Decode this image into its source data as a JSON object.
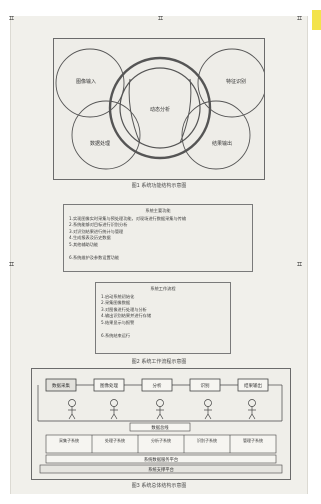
{
  "figure1": {
    "circles": [
      "图像输入",
      "动态分析",
      "特征识别",
      "数据处理",
      "结果输出"
    ],
    "caption": "图1 系统功能结构示意图"
  },
  "box1": {
    "title": "系统主要功能",
    "lines": [
      "1.实现图像实时采集与预处理功能，对现场进行数据采集与传输",
      "2.系统能够对目标进行识别分析",
      "3.对识别结果进行统计与管理",
      "4.生成报表及历史数据",
      "5.其他辅助功能",
      "",
      "6.系统维护及参数设置功能"
    ]
  },
  "box2": {
    "title": "系统工作流程",
    "lines": [
      "1.启动系统初始化",
      "2.采集图像数据",
      "3.对图像进行处理与分析",
      "4.输出识别结果并进行存储",
      "5.结果显示与报警",
      "",
      "6.系统结束运行"
    ],
    "caption": "图2 系统工作流程示意图"
  },
  "figure3": {
    "modules": [
      "数据采集",
      "图像处理",
      "分析",
      "识别",
      "结果输出"
    ],
    "bus_label": "数据总线",
    "row_labels": [
      "采集子系统",
      "处理子系统",
      "分析子系统",
      "识别子系统",
      "管理子系统"
    ],
    "base_label": "系统数据服务平台",
    "bottom_label": "系统支撑平台",
    "caption": "图3 系统总体结构示意图"
  }
}
